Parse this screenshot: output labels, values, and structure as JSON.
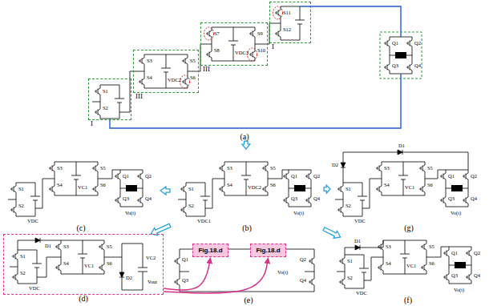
{
  "diagram": {
    "nodes": [
      {
        "text": [
          "(a)"
        ]
      },
      {
        "text": [
          "I"
        ],
        "in": 0
      },
      {
        "text": [
          "III"
        ],
        "in": 0
      },
      {
        "text": [
          "III"
        ],
        "in": 0
      },
      {
        "text": [
          "I"
        ],
        "in": 0
      },
      {
        "text": [
          "(c)"
        ]
      },
      {
        "text": [
          "(b)"
        ]
      },
      {
        "text": [
          "(g)"
        ]
      },
      {
        "text": [
          "(d)"
        ]
      },
      {
        "text": [
          "(e)"
        ]
      },
      {
        "text": [
          "Fig.18.d"
        ],
        "in": 9
      },
      {
        "text": [
          "Fig.18.d"
        ],
        "in": 9
      },
      {
        "text": [
          "(f)"
        ]
      }
    ],
    "edges": [
      {
        "from": 0,
        "to": 6,
        "arrow": "to"
      },
      {
        "from": 6,
        "to": 5,
        "arrow": "to"
      },
      {
        "from": 6,
        "to": 7,
        "arrow": "to"
      },
      {
        "from": 6,
        "to": 8,
        "arrow": "to"
      },
      {
        "from": 6,
        "to": 12,
        "arrow": "to"
      },
      {
        "from": 8,
        "to": 10,
        "arrow": "to"
      },
      {
        "from": 8,
        "to": 11,
        "arrow": "to"
      }
    ],
    "labels": [
      "S1",
      "S2",
      "S3",
      "S4",
      "VDC2",
      "S5",
      "S6",
      "S7",
      "S8",
      "VDC3",
      "S9",
      "S10",
      "S11",
      "S12",
      "Q1",
      "Q2",
      "Q3",
      "Q4",
      "S1",
      "S2",
      "VDC",
      "S3",
      "S4",
      "VC1",
      "S5",
      "S6",
      "Q1",
      "Q2",
      "Q3",
      "Q4",
      "Vo(t)",
      "S1",
      "S2",
      "VDC1",
      "S3",
      "S4",
      "VDC2",
      "S5",
      "S6",
      "Q1",
      "Q2",
      "Q3",
      "Q4",
      "Vo(t)",
      "D1",
      "D2",
      "S1",
      "S2",
      "VDC",
      "S3",
      "S4",
      "VC1",
      "S5",
      "S6",
      "Q1",
      "Q2",
      "Q3",
      "Q4",
      "Vo(t)",
      "D1",
      "S1",
      "S2",
      "VDC",
      "S3",
      "S4",
      "VC1",
      "S5",
      "S6",
      "D2",
      "VC2",
      "Vout",
      "Q1",
      "Q2",
      "Q3",
      "Q4",
      "Vo(t)",
      "D1",
      "S1",
      "S2",
      "VDC",
      "S3",
      "S4",
      "VC1",
      "S5",
      "S6",
      "Q1",
      "Q2",
      "Q3",
      "Q4",
      "Vo(t)"
    ]
  }
}
